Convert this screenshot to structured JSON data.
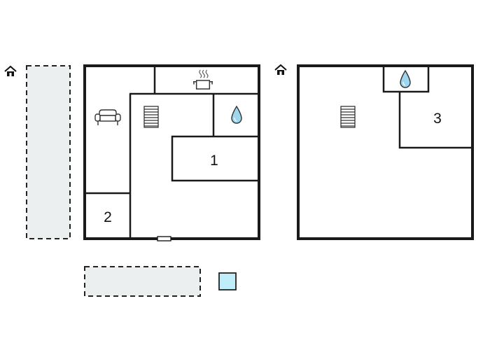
{
  "colors": {
    "wall": "#1a1a1a",
    "dashed_fill": "#ecefef",
    "pool_fill": "#bfeefa",
    "water": "#9ed6ee"
  },
  "icons": [
    "entrance-icon",
    "sofa-icon",
    "stove-pot-icon",
    "stairs-icon",
    "water-drop-icon"
  ],
  "ground_floor": {
    "rooms": [
      {
        "id": "room-1",
        "label": "1"
      },
      {
        "id": "room-2",
        "label": "2"
      }
    ]
  },
  "upper_floor": {
    "rooms": [
      {
        "id": "room-3",
        "label": "3"
      }
    ]
  }
}
